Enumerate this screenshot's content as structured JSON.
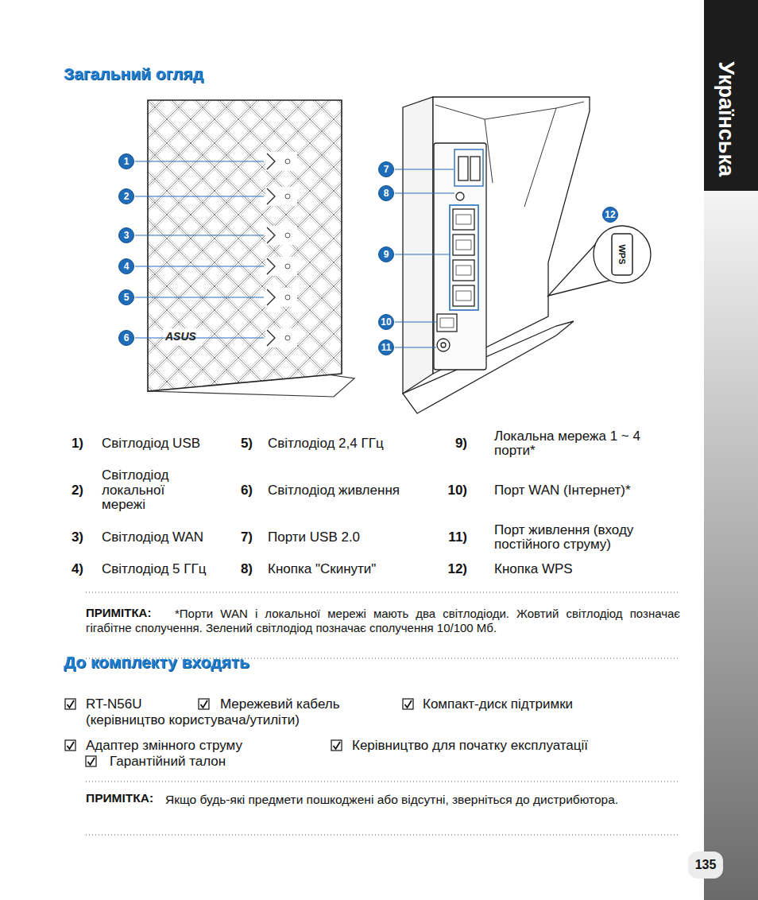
{
  "diagram": {
    "title": "Загальний огляд",
    "nodes": [
      {
        "text": [
          "1"
        ]
      },
      {
        "text": [
          "2"
        ]
      },
      {
        "text": [
          "3"
        ]
      },
      {
        "text": [
          "4"
        ]
      },
      {
        "text": [
          "5"
        ]
      },
      {
        "text": [
          "6"
        ]
      },
      {
        "text": [
          "7"
        ]
      },
      {
        "text": [
          "8"
        ]
      },
      {
        "text": [
          "9"
        ]
      },
      {
        "text": [
          "10"
        ]
      },
      {
        "text": [
          "11"
        ]
      },
      {
        "text": [
          "12"
        ]
      }
    ],
    "labels": [
      "Українська",
      "ASUS",
      "WPS",
      "1)",
      "Світлодіод USB",
      "5)",
      "Світлодіод 2,4 ГГц",
      "9)",
      "Локальна мережа 1 ~ 4 порти*",
      "2)",
      "Світлодіод локальної мережі",
      "6)",
      "Світлодіод живлення",
      "10)",
      "Порт WAN (Інтернет)*",
      "3)",
      "Світлодіод WAN",
      "7)",
      "Порти USB 2.0",
      "11)",
      "Порт живлення (входу постійного струму)",
      "4)",
      "Світлодіод 5 ГГц",
      "8)",
      "Кнопка \"Скинути\"",
      "12)",
      "Кнопка WPS",
      "ПРИМІТКА:",
      "*Порти WAN і локальної мережі мають два світлодіоди. Жовтий світлодіод позначає гігабітне сполучення. Зелений світлодіод позначає сполучення 10/100 Мб.",
      "До комплекту входять",
      "RT-N56U",
      "Мережевий кабель",
      "Компакт-диск підтримки",
      "(керівництво користувача/утиліти)",
      "Адаптер змінного струму",
      "Керівництво для початку експлуатації",
      "Гарантійний талон",
      "ПРИМІТКА:",
      "Якщо будь-які предмети пошкоджені або відсутні, зверніться до дистрибютора.",
      "135"
    ]
  }
}
